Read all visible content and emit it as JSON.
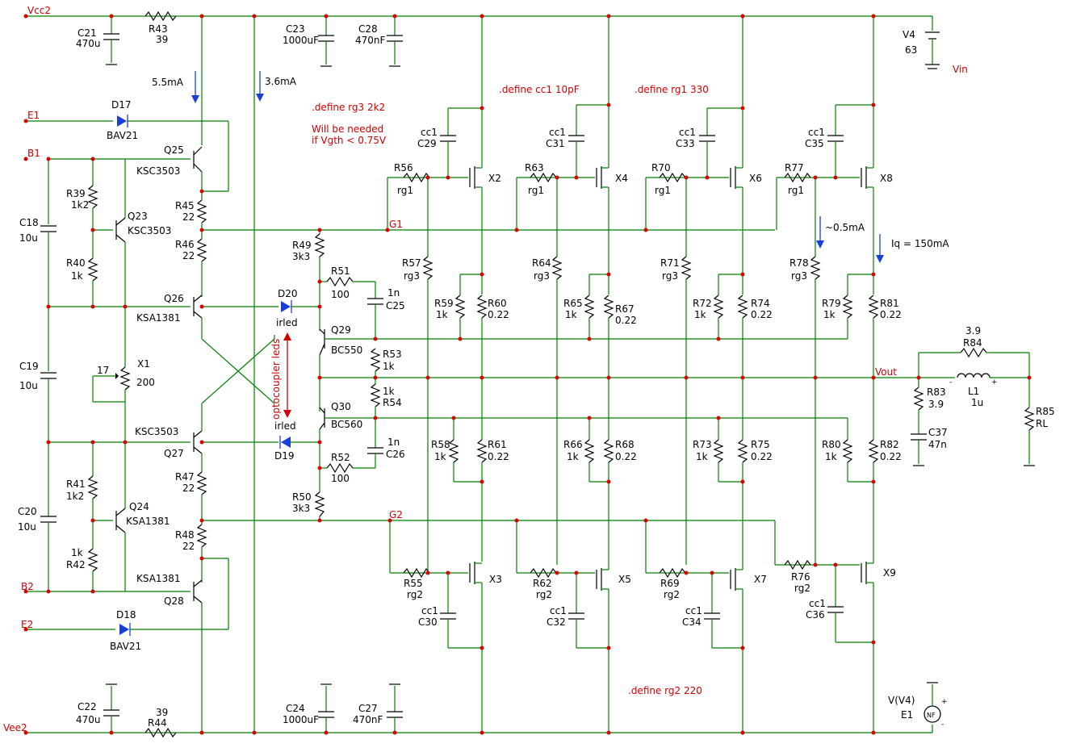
{
  "nets": {
    "vcc2": "Vcc2",
    "vee2": "Vee2",
    "e1": "E1",
    "b1": "B1",
    "b2": "B2",
    "e2": "E2",
    "g1": "G1",
    "g2": "G2",
    "vout": "Vout",
    "vin": "Vin"
  },
  "directives": [
    ".define rg3 2k2",
    "Will be needed",
    "if Vgth < 0.75V",
    ".define cc1 10pF",
    ".define rg1 330",
    ".define rg2 220"
  ],
  "annotations": {
    "i1": "5.5mA",
    "i2": "3.6mA",
    "i3": "~0.5mA",
    "i4": "Iq = 150mA",
    "opto": "optocoupler leds"
  },
  "labels": [
    [
      "C21",
      "470u"
    ],
    [
      "R43",
      "39"
    ],
    [
      "C23",
      "1000uF"
    ],
    [
      "C28",
      "470nF"
    ],
    [
      "V4",
      "63"
    ],
    [
      "D17",
      "BAV21"
    ],
    [
      "Q25",
      "KSC3503"
    ],
    [
      "R39",
      "1k2"
    ],
    [
      "C18",
      "10u"
    ],
    [
      "Q23",
      "KSC3503"
    ],
    [
      "R45",
      "22"
    ],
    [
      "R46",
      "22"
    ],
    [
      "R40",
      "1k"
    ],
    [
      "R49",
      "3k3"
    ],
    [
      "R51",
      "100"
    ],
    [
      "C25",
      "1n"
    ],
    [
      "Q26",
      "KSA1381"
    ],
    [
      "D20",
      "irled"
    ],
    [
      "Q29",
      "BC550"
    ],
    [
      "R53",
      "1k"
    ],
    [
      "C19",
      "10u"
    ],
    [
      "X1",
      "17",
      "200"
    ],
    [
      "R54",
      "1k"
    ],
    [
      "Q30",
      "BC560"
    ],
    [
      "Q27",
      "KSC3503"
    ],
    [
      "D19",
      "irled"
    ],
    [
      "C26",
      "1n"
    ],
    [
      "R52",
      "100"
    ],
    [
      "R47",
      "22"
    ],
    [
      "R50",
      "3k3"
    ],
    [
      "C20",
      "10u"
    ],
    [
      "R41",
      "1k2"
    ],
    [
      "Q24",
      "KSA1381"
    ],
    [
      "R48",
      "22"
    ],
    [
      "R42",
      "1k"
    ],
    [
      "Q28",
      "KSA1381"
    ],
    [
      "D18",
      "BAV21"
    ],
    [
      "C22",
      "470u"
    ],
    [
      "R44",
      "39"
    ],
    [
      "C24",
      "1000uF"
    ],
    [
      "C27",
      "470nF"
    ],
    [
      "C29",
      "cc1"
    ],
    [
      "C31",
      "cc1"
    ],
    [
      "C33",
      "cc1"
    ],
    [
      "C35",
      "cc1"
    ],
    [
      "R56",
      "rg1"
    ],
    [
      "R63",
      "rg1"
    ],
    [
      "R70",
      "rg1"
    ],
    [
      "R77",
      "rg1"
    ],
    [
      "X2"
    ],
    [
      "X4"
    ],
    [
      "X6"
    ],
    [
      "X8"
    ],
    [
      "R57",
      "rg3"
    ],
    [
      "R64",
      "rg3"
    ],
    [
      "R71",
      "rg3"
    ],
    [
      "R78",
      "rg3"
    ],
    [
      "R59",
      "1k"
    ],
    [
      "R60",
      "0.22"
    ],
    [
      "R65",
      "1k"
    ],
    [
      "R67",
      "0.22"
    ],
    [
      "R72",
      "1k"
    ],
    [
      "R74",
      "0.22"
    ],
    [
      "R79",
      "1k"
    ],
    [
      "R81",
      "0.22"
    ],
    [
      "R58",
      "1k"
    ],
    [
      "R61",
      "0.22"
    ],
    [
      "R66",
      "1k"
    ],
    [
      "R68",
      "0.22"
    ],
    [
      "R73",
      "1k"
    ],
    [
      "R75",
      "0.22"
    ],
    [
      "R80",
      "1k"
    ],
    [
      "R82",
      "0.22"
    ],
    [
      "R55",
      "rg2"
    ],
    [
      "R62",
      "rg2"
    ],
    [
      "R69",
      "rg2"
    ],
    [
      "R76",
      "rg2"
    ],
    [
      "X3"
    ],
    [
      "X5"
    ],
    [
      "X7"
    ],
    [
      "X9"
    ],
    [
      "C30",
      "cc1"
    ],
    [
      "C32",
      "cc1"
    ],
    [
      "C34",
      "cc1"
    ],
    [
      "C36",
      "cc1"
    ],
    [
      "R84",
      "3.9"
    ],
    [
      "R83",
      "3.9"
    ],
    [
      "C37",
      "47n"
    ],
    [
      "L1",
      "1u"
    ],
    [
      "R85",
      "RL"
    ],
    [
      "E1",
      "V(V4)",
      "NF"
    ]
  ]
}
